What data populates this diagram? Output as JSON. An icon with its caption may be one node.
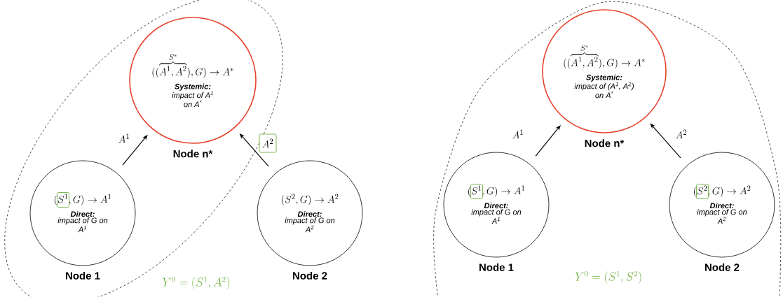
{
  "diagram": {
    "nodes": [
      {
        "text": [],
        "shape": "ellipse"
      },
      {
        "text": [
          "((\\overbrace{A^1, A^2}^{S^*}), G) \\to A^*",
          "Systemic:",
          "impact of A$^{1}$ on A$^{*}$",
          "Node n*"
        ],
        "in": 0
      },
      {
        "text": [
          "(S^1, G) \\to A^1",
          "Direct:",
          "impact of G on A$^{1}$",
          "Node 1"
        ],
        "in": 0
      },
      {
        "text": [
          "(S^2, G) \\to A^2",
          "Direct:",
          "impact of G on A$^{2}$",
          "Node 2"
        ]
      },
      {
        "text": [],
        "shape": "triangle"
      },
      {
        "text": [
          "((\\overbrace{A^1, A^2}^{S^*}), G) \\to A^*",
          "Systemic:",
          "impact of (A$^{1}$, A$^{2}$) on A$^{*}$",
          "Node n*"
        ],
        "in": 4
      },
      {
        "text": [
          "(S^1, G) \\to A^1",
          "Direct:",
          "impact of G on A$^{1}$",
          "Node 1"
        ],
        "in": 4
      },
      {
        "text": [
          "(S^2, G) \\to A^2",
          "Direct:",
          "impact of G on A$^{2}$",
          "Node 2"
        ],
        "in": 4
      }
    ],
    "edges": [
      {
        "from": 2,
        "to": 1,
        "arrow": "to",
        "label": "A^1"
      },
      {
        "from": 3,
        "to": 1,
        "arrow": "to",
        "label": "A^2"
      },
      {
        "from": 6,
        "to": 5,
        "arrow": "to",
        "label": "A^1"
      },
      {
        "from": 7,
        "to": 5,
        "arrow": "to",
        "label": "A^2"
      }
    ],
    "labels": [
      "Y^0 = (S^1, A^2)",
      "Y^0 = (S^1, S^2)"
    ]
  }
}
